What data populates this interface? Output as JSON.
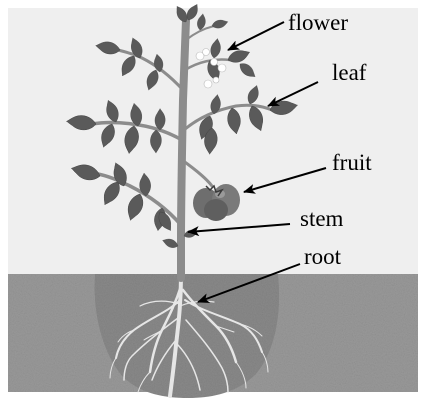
{
  "labels": {
    "flower": "flower",
    "leaf": "leaf",
    "fruit": "fruit",
    "stem": "stem",
    "root": "root"
  },
  "colors": {
    "sky": "#efefef",
    "soil": "#9a9a9a",
    "root_pocket": "#8a8a8a",
    "leaf": "#5a5a5a",
    "stem": "#8c8c8c",
    "fruit": "#6e6e6e",
    "root": "#e6e6e6",
    "arrow": "#000000"
  }
}
